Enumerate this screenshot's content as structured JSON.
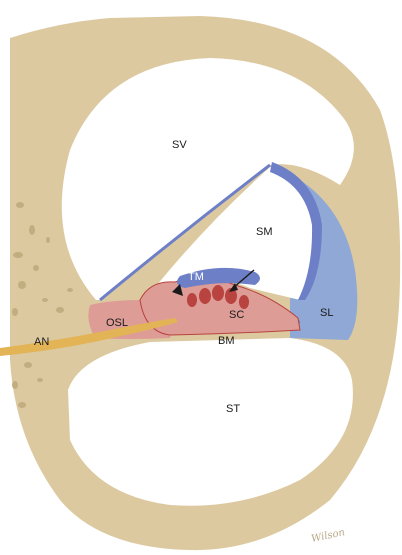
{
  "labels": {
    "sv": "SV",
    "sm": "SM",
    "tm": "TM",
    "sc": "SC",
    "sl": "SL",
    "osl": "OSL",
    "an": "AN",
    "bm": "BM",
    "st": "ST"
  },
  "signature": "Wilson",
  "colors": {
    "bone": "#dcc9a0",
    "bone_pore": "#c2ad80",
    "ligament": "#8fa8d6",
    "membrane": "#6d7fc6",
    "organ": "#de9c96",
    "organ_dark": "#b8433f",
    "nerve": "#e3b455",
    "chamber": "#ffffff",
    "outline": "#5a6a9a"
  }
}
